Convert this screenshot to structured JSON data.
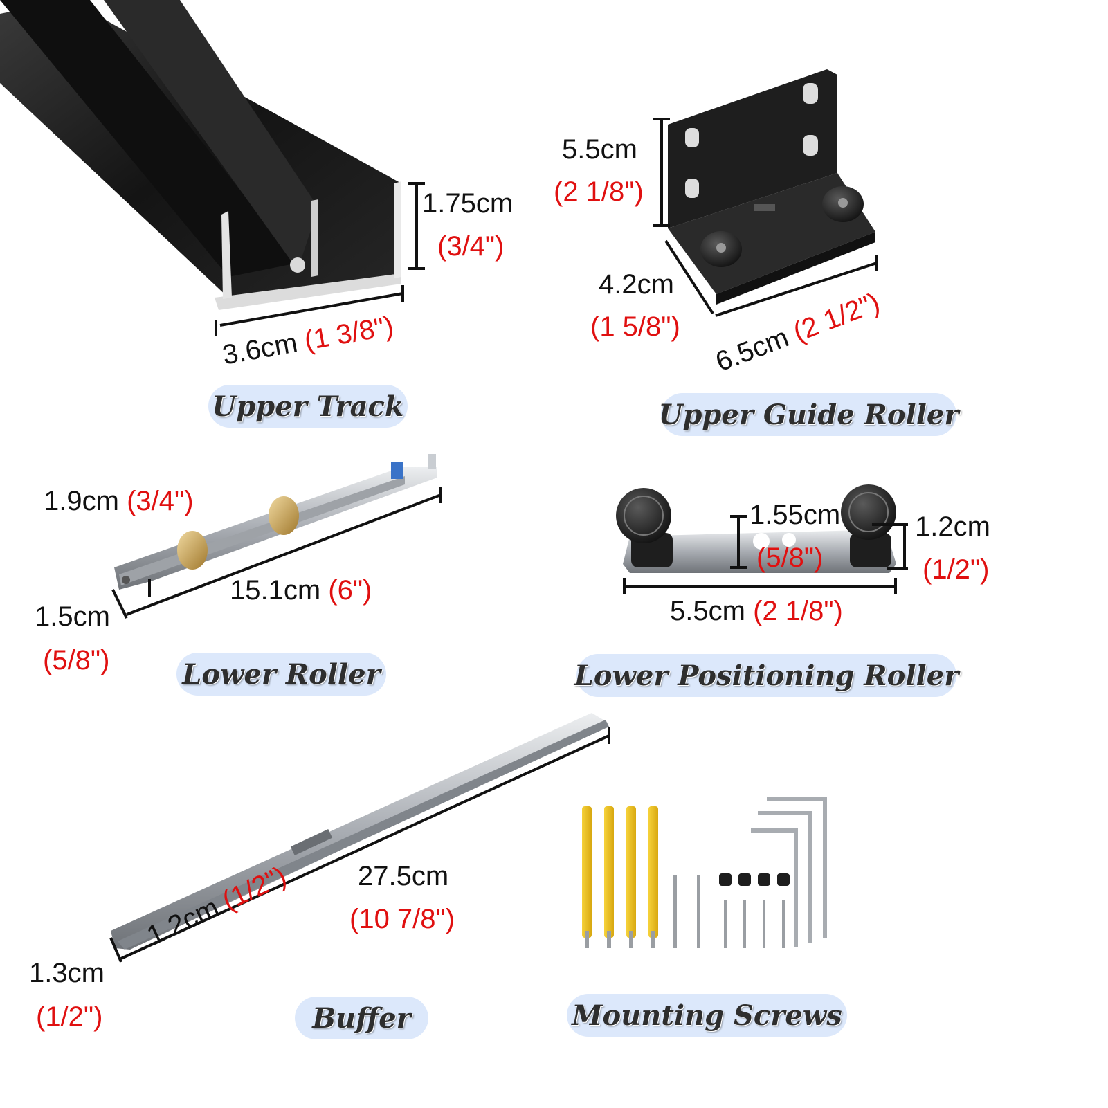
{
  "labels": {
    "upper_track": "Upper Track",
    "upper_guide_roller": "Upper Guide Roller",
    "lower_roller": "Lower Roller",
    "lower_positioning_roller": "Lower Positioning Roller",
    "buffer": "Buffer",
    "mounting_screws": "Mounting Screws"
  },
  "upper_track": {
    "height_cm": "1.75cm",
    "height_in": "(3/4\")",
    "width_cm": "3.6cm",
    "width_in": "(1 3/8\")"
  },
  "upper_guide_roller": {
    "height_cm": "5.5cm",
    "height_in": "(2 1/8\")",
    "depth_cm": "4.2cm",
    "depth_in": "(1 5/8\")",
    "length_cm": "6.5cm",
    "length_in": "(2 1/2\")"
  },
  "lower_roller": {
    "height_cm": "1.9cm",
    "height_in": "(3/4\")",
    "length_cm": "15.1cm",
    "length_in": "(6\")",
    "width_cm": "1.5cm",
    "width_in": "(5/8\")"
  },
  "lower_positioning_roller": {
    "plate_cm": "1.55cm",
    "plate_in": "(5/8\")",
    "height_cm": "1.2cm",
    "height_in": "(1/2\")",
    "length_cm": "5.5cm",
    "length_in": "(2 1/8\")"
  },
  "buffer": {
    "inner_cm": "1.2cm",
    "inner_in": "(1/2\")",
    "length_cm": "27.5cm",
    "length_in": "(10 7/8\")",
    "width_cm": "1.3cm",
    "width_in": "(1/2\")"
  },
  "colors": {
    "accent_red": "#e01010",
    "label_pill": "#dce8fb",
    "aluminium_black": "#1c1c1c",
    "steel": "#b8bcc2"
  }
}
